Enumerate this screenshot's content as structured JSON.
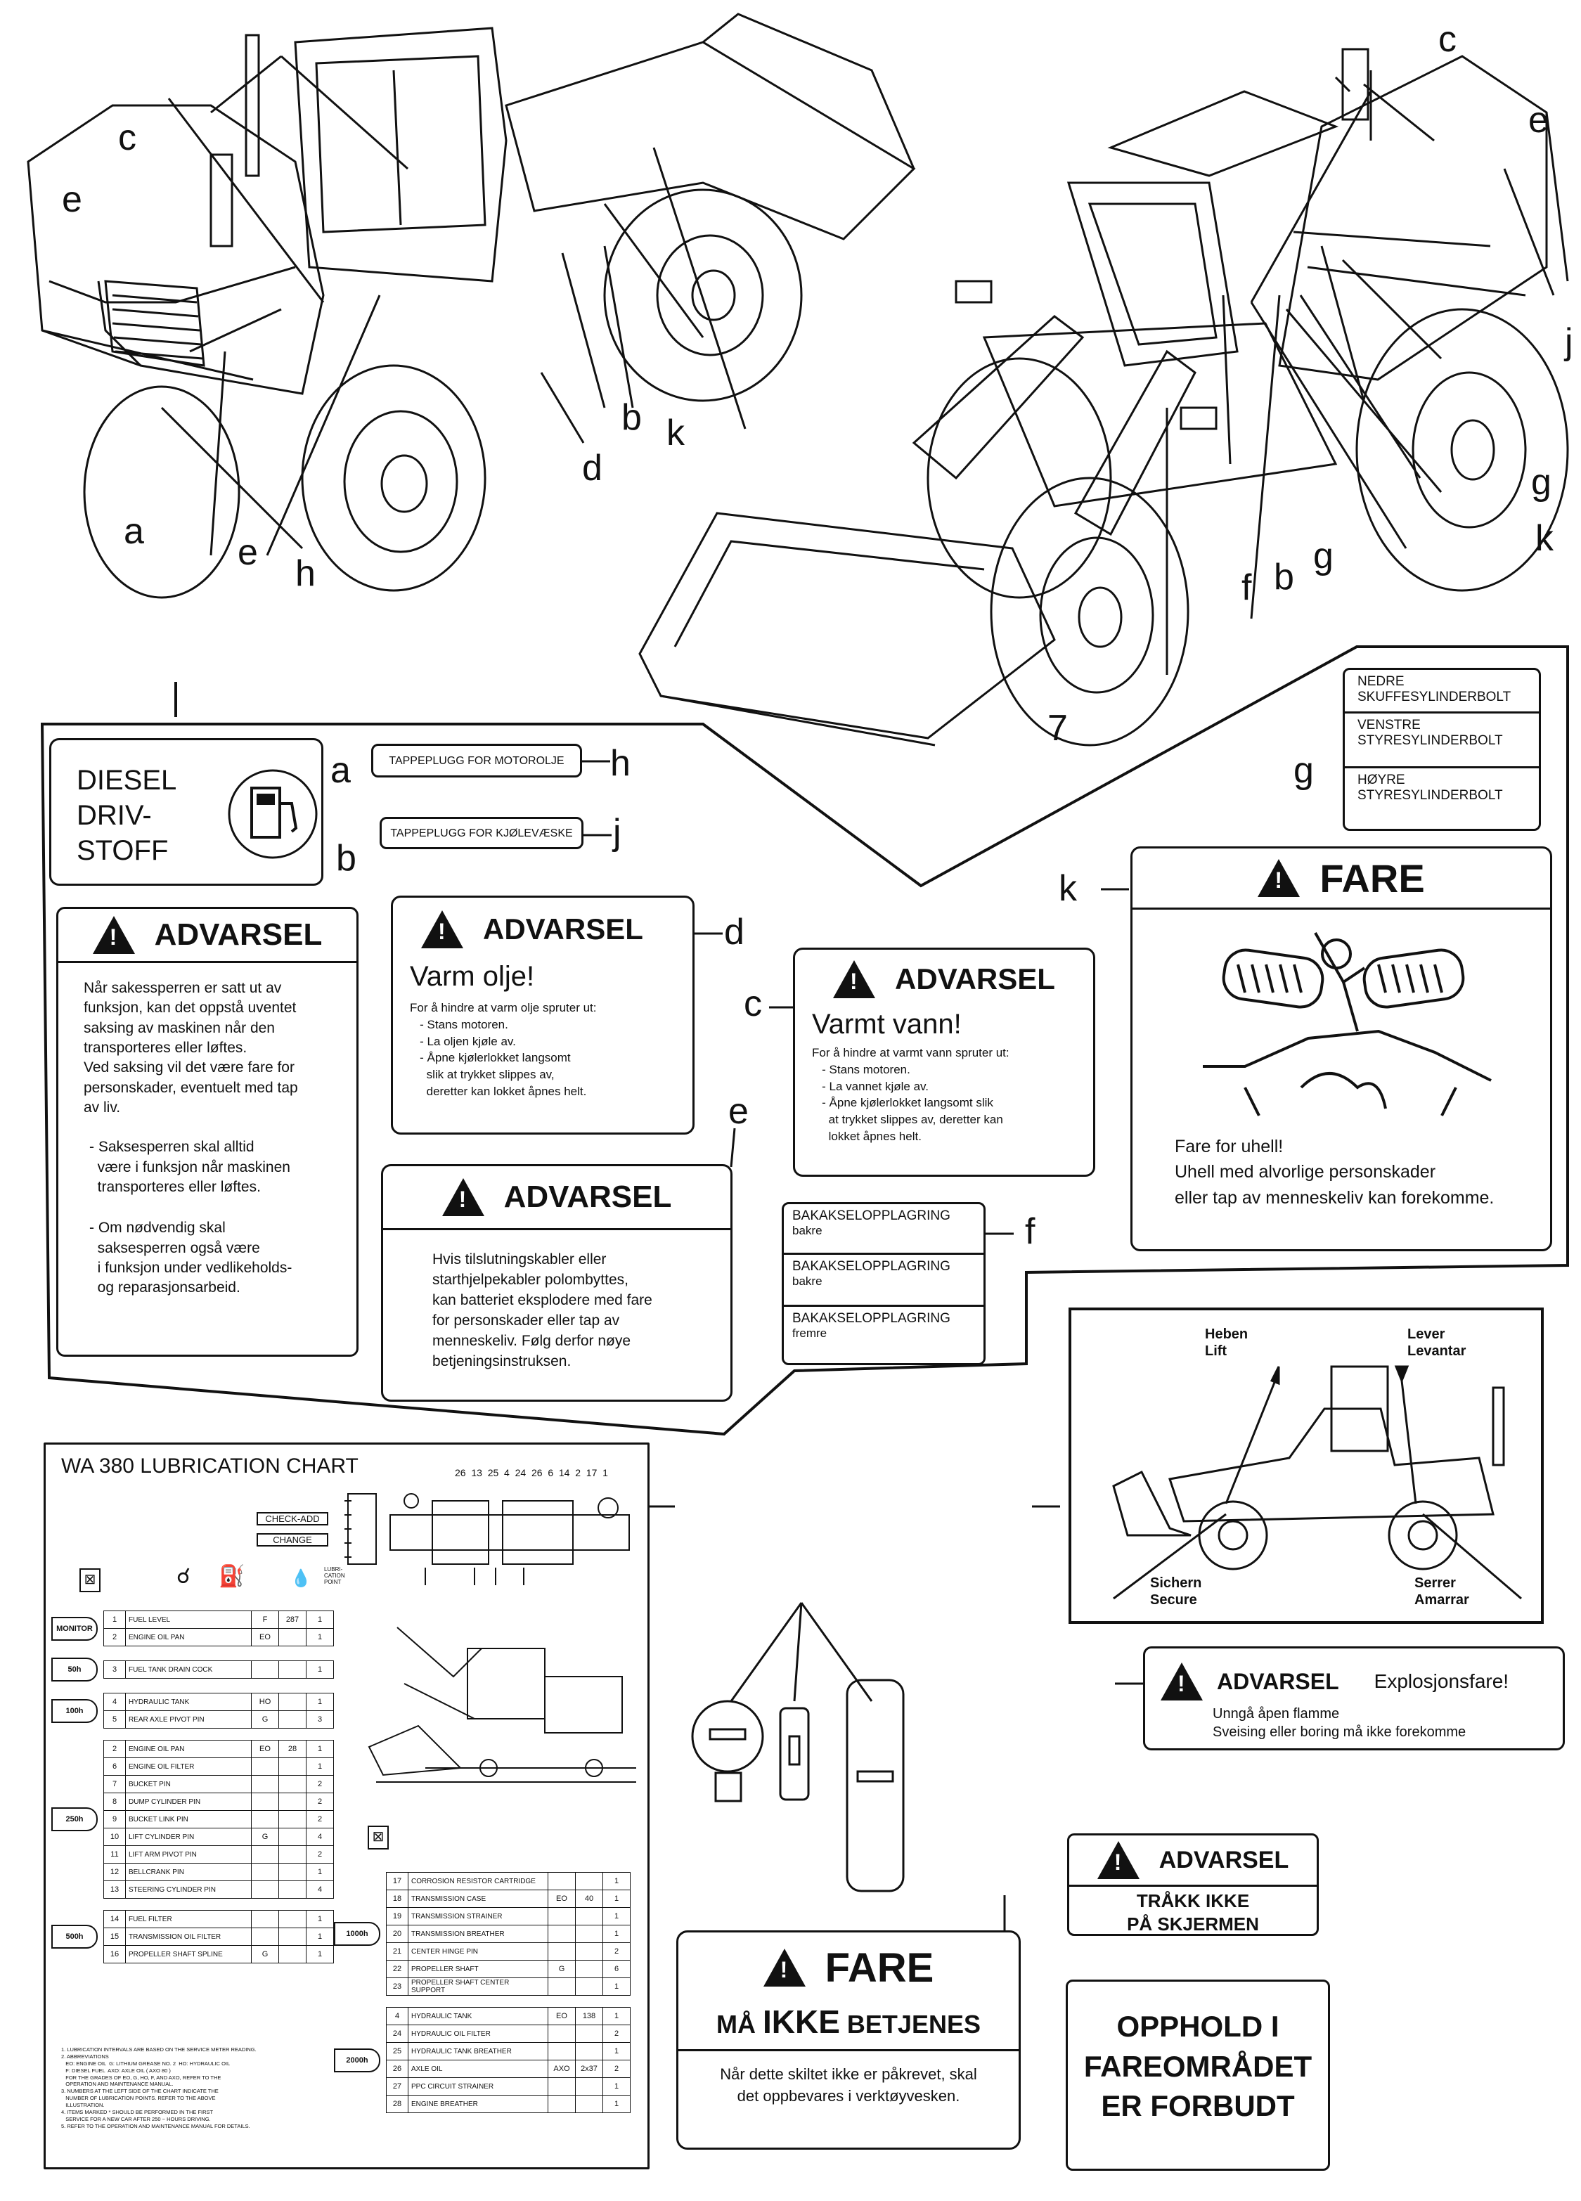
{
  "callouts": {
    "left_machine": [
      "c",
      "e",
      "a",
      "e",
      "h",
      "d",
      "b",
      "k"
    ],
    "right_machine": [
      "c",
      "e",
      "j",
      "g",
      "k",
      "f",
      "b",
      "g",
      "7"
    ],
    "numeral_7": "7"
  },
  "label_a": {
    "letter": "a",
    "lines": [
      "DIESEL",
      "DRIV-",
      "STOFF"
    ]
  },
  "label_h": {
    "letter": "h",
    "text": "TAPPEPLUGG FOR MOTOROLJE"
  },
  "label_j": {
    "letter": "j",
    "text": "TAPPEPLUGG FOR KJØLEVÆSKE"
  },
  "label_g": {
    "letter": "g",
    "rows": [
      "NEDRE\nSKUFFESYLINDERBOLT",
      "VENSTRE\nSTYRESYLINDERBOLT",
      "HØYRE\nSTYRESYLINDERBOLT"
    ]
  },
  "label_b": {
    "letter": "b",
    "header": "ADVARSEL",
    "body": "Når sakessperren er satt ut av\nfunksjon, kan det oppstå uventet\nsaksing av maskinen når den\ntransporteres eller løftes.\nVed saksing vil det være fare for\npersonskader, eventuelt med tap\nav liv.",
    "bullet1": "- Saksesperren skal alltid\n  være i funksjon når maskinen\n  transporteres eller løftes.",
    "bullet2": "- Om nødvendig skal\n  saksesperren også være\n  i funksjon under vedlikeholds-\n  og reparasjonsarbeid."
  },
  "label_d": {
    "letter": "d",
    "header": "ADVARSEL",
    "title": "Varm olje!",
    "body": "For å hindre at varm olje spruter ut:\n   - Stans motoren.\n   - La oljen kjøle av.\n   - Åpne kjølerlokket langsomt\n     slik at trykket slippes av,\n     deretter kan lokket åpnes helt."
  },
  "label_c": {
    "letter": "c",
    "header": "ADVARSEL",
    "title": "Varmt vann!",
    "body": "For å hindre at varmt vann spruter ut:\n   - Stans motoren.\n   - La vannet kjøle av.\n   - Åpne kjølerlokket langsomt slik\n     at trykket slippes av, deretter kan\n     lokket åpnes helt."
  },
  "label_e": {
    "letter": "e",
    "header": "ADVARSEL",
    "body": "Hvis tilslutningskabler eller\nstarthjelpekabler polombyttes,\nkan batteriet eksplodere med fare\nfor personskader eller tap av\nmenneskeliv. Følg derfor nøye\nbetjeningsinstruksen."
  },
  "label_f": {
    "letter": "f",
    "rows": [
      [
        "BAKAKSELOPPLAGRING",
        "bakre"
      ],
      [
        "BAKAKSELOPPLAGRING",
        "bakre"
      ],
      [
        "BAKAKSELOPPLAGRING",
        "fremre"
      ]
    ]
  },
  "label_k": {
    "letter": "k",
    "header": "FARE",
    "body": "Fare for uhell!\nUhell med alvorlige personskader\neller tap av menneskeliv kan forekomme."
  },
  "lift_sign": {
    "top_left": "Heben\nLift",
    "top_right": "Lever\nLevantar",
    "bottom_left": "Sichern\nSecure",
    "bottom_right": "Serrer\nAmarrar"
  },
  "explosion": {
    "header": "ADVARSEL",
    "title": "Explosjonsfare!",
    "body": "Unngå åpen flamme\nSveising eller boring må ikke forekomme"
  },
  "screen": {
    "header": "ADVARSEL",
    "body": "TRÅKK IKKE\nPÅ SKJERMEN"
  },
  "danger_zone": {
    "text": "OPPHOLD I\nFAREOMRÅDET\nER FORBUDT"
  },
  "fare_bottom": {
    "header": "FARE",
    "title_a": "MÅ ",
    "title_b": "IKKE",
    "title_c": " BETJENES",
    "body": "Når dette skiltet ikke er påkrevet, skal\ndet oppbevares i verktøyvesken."
  },
  "lube": {
    "title": "WA 380 LUBRICATION CHART",
    "check_add": "CHECK-ADD",
    "change": "CHANGE",
    "lubri_point": "LUBRI-\nCATION\nPOINT",
    "part_numbers_top": "26  13  25  4  24  26  6  14  2  17  1",
    "groups_left": [
      {
        "interval": "MONITOR",
        "rows": [
          [
            "1",
            "FUEL LEVEL",
            "F",
            "287",
            "1"
          ],
          [
            "2",
            "ENGINE OIL PAN",
            "EO",
            "",
            "1"
          ]
        ]
      },
      {
        "interval": "50h",
        "rows": [
          [
            "3",
            "FUEL TANK DRAIN COCK",
            "",
            "",
            "1"
          ]
        ]
      },
      {
        "interval": "100h",
        "rows": [
          [
            "4",
            "HYDRAULIC TANK",
            "HO",
            "",
            "1"
          ],
          [
            "5",
            "REAR AXLE PIVOT PIN",
            "G",
            "",
            "3"
          ]
        ]
      },
      {
        "interval": "250h",
        "rows": [
          [
            "2",
            "ENGINE OIL PAN",
            "EO",
            "28",
            "1"
          ],
          [
            "6",
            "ENGINE OIL FILTER",
            "",
            "",
            "1"
          ],
          [
            "7",
            "BUCKET PIN",
            "",
            "",
            "2"
          ],
          [
            "8",
            "DUMP CYLINDER PIN",
            "",
            "",
            "2"
          ],
          [
            "9",
            "BUCKET LINK PIN",
            "",
            "",
            "2"
          ],
          [
            "10",
            "LIFT CYLINDER PIN",
            "G",
            "",
            "4"
          ],
          [
            "11",
            "LIFT ARM PIVOT PIN",
            "",
            "",
            "2"
          ],
          [
            "12",
            "BELLCRANK PIN",
            "",
            "",
            "1"
          ],
          [
            "13",
            "STEERING CYLINDER PIN",
            "",
            "",
            "4"
          ]
        ]
      },
      {
        "interval": "500h",
        "rows": [
          [
            "14",
            "FUEL FILTER",
            "",
            "",
            "1"
          ],
          [
            "15",
            "TRANSMISSION OIL FILTER",
            "",
            "",
            "1"
          ],
          [
            "16",
            "PROPELLER SHAFT SPLINE",
            "G",
            "",
            "1"
          ]
        ]
      }
    ],
    "groups_right": [
      {
        "interval": "1000h",
        "rows": [
          [
            "17",
            "CORROSION RESISTOR CARTRIDGE",
            "",
            "",
            "1"
          ],
          [
            "18",
            "TRANSMISSION CASE",
            "EO",
            "40",
            "1"
          ],
          [
            "19",
            "TRANSMISSION STRAINER",
            "",
            "",
            "1"
          ],
          [
            "20",
            "TRANSMISSION BREATHER",
            "",
            "",
            "1"
          ],
          [
            "21",
            "CENTER HINGE PIN",
            "",
            "",
            "2"
          ],
          [
            "22",
            "PROPELLER SHAFT",
            "G",
            "",
            "6"
          ],
          [
            "23",
            "PROPELLER SHAFT CENTER SUPPORT",
            "",
            "",
            "1"
          ]
        ]
      },
      {
        "interval": "2000h",
        "rows": [
          [
            "4",
            "HYDRAULIC TANK",
            "EO",
            "138",
            "1"
          ],
          [
            "24",
            "HYDRAULIC OIL FILTER",
            "",
            "",
            "2"
          ],
          [
            "25",
            "HYDRAULIC TANK BREATHER",
            "",
            "",
            "1"
          ],
          [
            "26",
            "AXLE OIL",
            "AXO",
            "2x37",
            "2"
          ],
          [
            "27",
            "PPC CIRCUIT STRAINER",
            "",
            "",
            "1"
          ],
          [
            "28",
            "ENGINE BREATHER",
            "",
            "",
            "1"
          ]
        ]
      }
    ],
    "notes": "1. LUBRICATION INTERVALS ARE BASED ON THE SERVICE METER READING.\n2. ABBREVIATIONS\n   EO: ENGINE OIL  G: LITHIUM GREASE NO. 2  HO: HYDRAULIC OIL\n   F: DIESEL FUEL  AXO: AXLE OIL ( AXO 80 )\n   FOR THE GRADES OF EO, G, HO, F, AND AXO, REFER TO THE\n   OPERATION AND MAINTENANCE MANUAL.\n3. NUMBERS AT THE LEFT SIDE OF THE CHART INDICATE THE\n   NUMBER OF LUBRICATION POINTS. REFER TO THE ABOVE\n   ILLUSTRATION.\n4. ITEMS MARKED * SHOULD BE PERFORMED IN THE FIRST\n   SERVICE FOR A NEW CAR AFTER 250 ~ HOURS DRIVING.\n5. REFER TO THE OPERATION AND MAINTENANCE MANUAL FOR DETAILS."
  }
}
